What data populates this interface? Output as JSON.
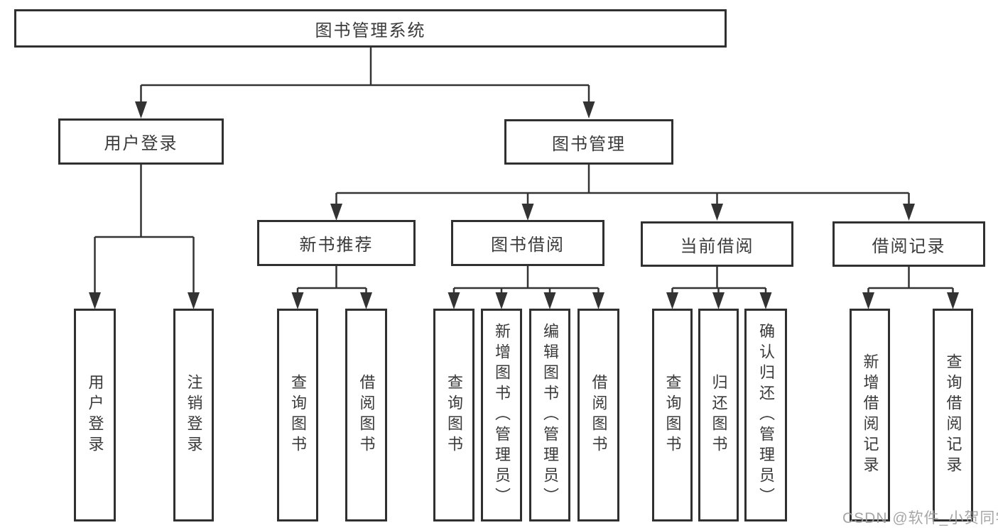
{
  "diagram": {
    "root": {
      "label": "图书管理系统"
    },
    "branches": [
      {
        "label": "用户登录",
        "children": [
          {
            "label": "用户登录"
          },
          {
            "label": "注销登录"
          }
        ]
      },
      {
        "label": "图书管理",
        "children": [
          {
            "label": "新书推荐",
            "children": [
              {
                "label": "查询图书"
              },
              {
                "label": "借阅图书"
              }
            ]
          },
          {
            "label": "图书借阅",
            "children": [
              {
                "label": "查询图书"
              },
              {
                "label": "新增图书（管理员）"
              },
              {
                "label": "编辑图书（管理员）"
              },
              {
                "label": "借阅图书"
              }
            ]
          },
          {
            "label": "当前借阅",
            "children": [
              {
                "label": "查询图书"
              },
              {
                "label": "归还图书"
              },
              {
                "label": "确认归还（管理员）"
              }
            ]
          },
          {
            "label": "借阅记录",
            "children": [
              {
                "label": "新增借阅记录"
              },
              {
                "label": "查询借阅记录"
              }
            ]
          }
        ]
      }
    ]
  },
  "watermark": {
    "text": "CSDN @软件_小贺同学"
  },
  "colors": {
    "line": "#333333",
    "box_border": "#303030",
    "text": "#3a3a3a",
    "watermark": "#9e9e9e",
    "background": "#ffffff"
  }
}
